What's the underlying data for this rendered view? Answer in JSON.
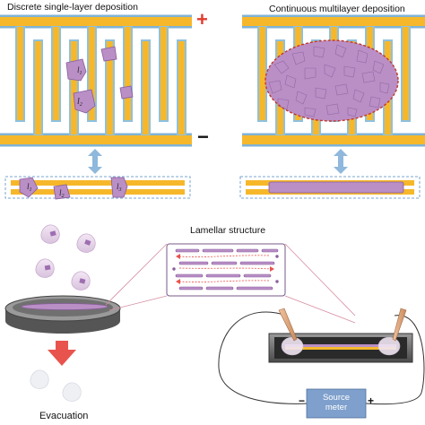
{
  "panels": {
    "discrete_title": "Discrete single-layer deposition",
    "continuous_title": "Continuous multilayer deposition",
    "plus": "+",
    "minus": "−",
    "flake_labels": [
      "l",
      "l",
      "l"
    ],
    "flake_subscripts": [
      "1",
      "2",
      "3"
    ]
  },
  "bottom": {
    "lamellar_title": "Lamellar structure",
    "evacuation": "Evacuation",
    "source_meter": "Source meter",
    "meter_minus": "−",
    "meter_plus": "+"
  },
  "colors": {
    "electrode": "#f6b82a",
    "flake": "#b98fc6",
    "flake_dark": "#8a5c9c",
    "arrow_blue": "#8fb8dc",
    "arrow_red": "#e9534d",
    "plus_red": "#e23b2e",
    "dashed": "#7aa4cf",
    "meter": "#7fa0cc"
  }
}
